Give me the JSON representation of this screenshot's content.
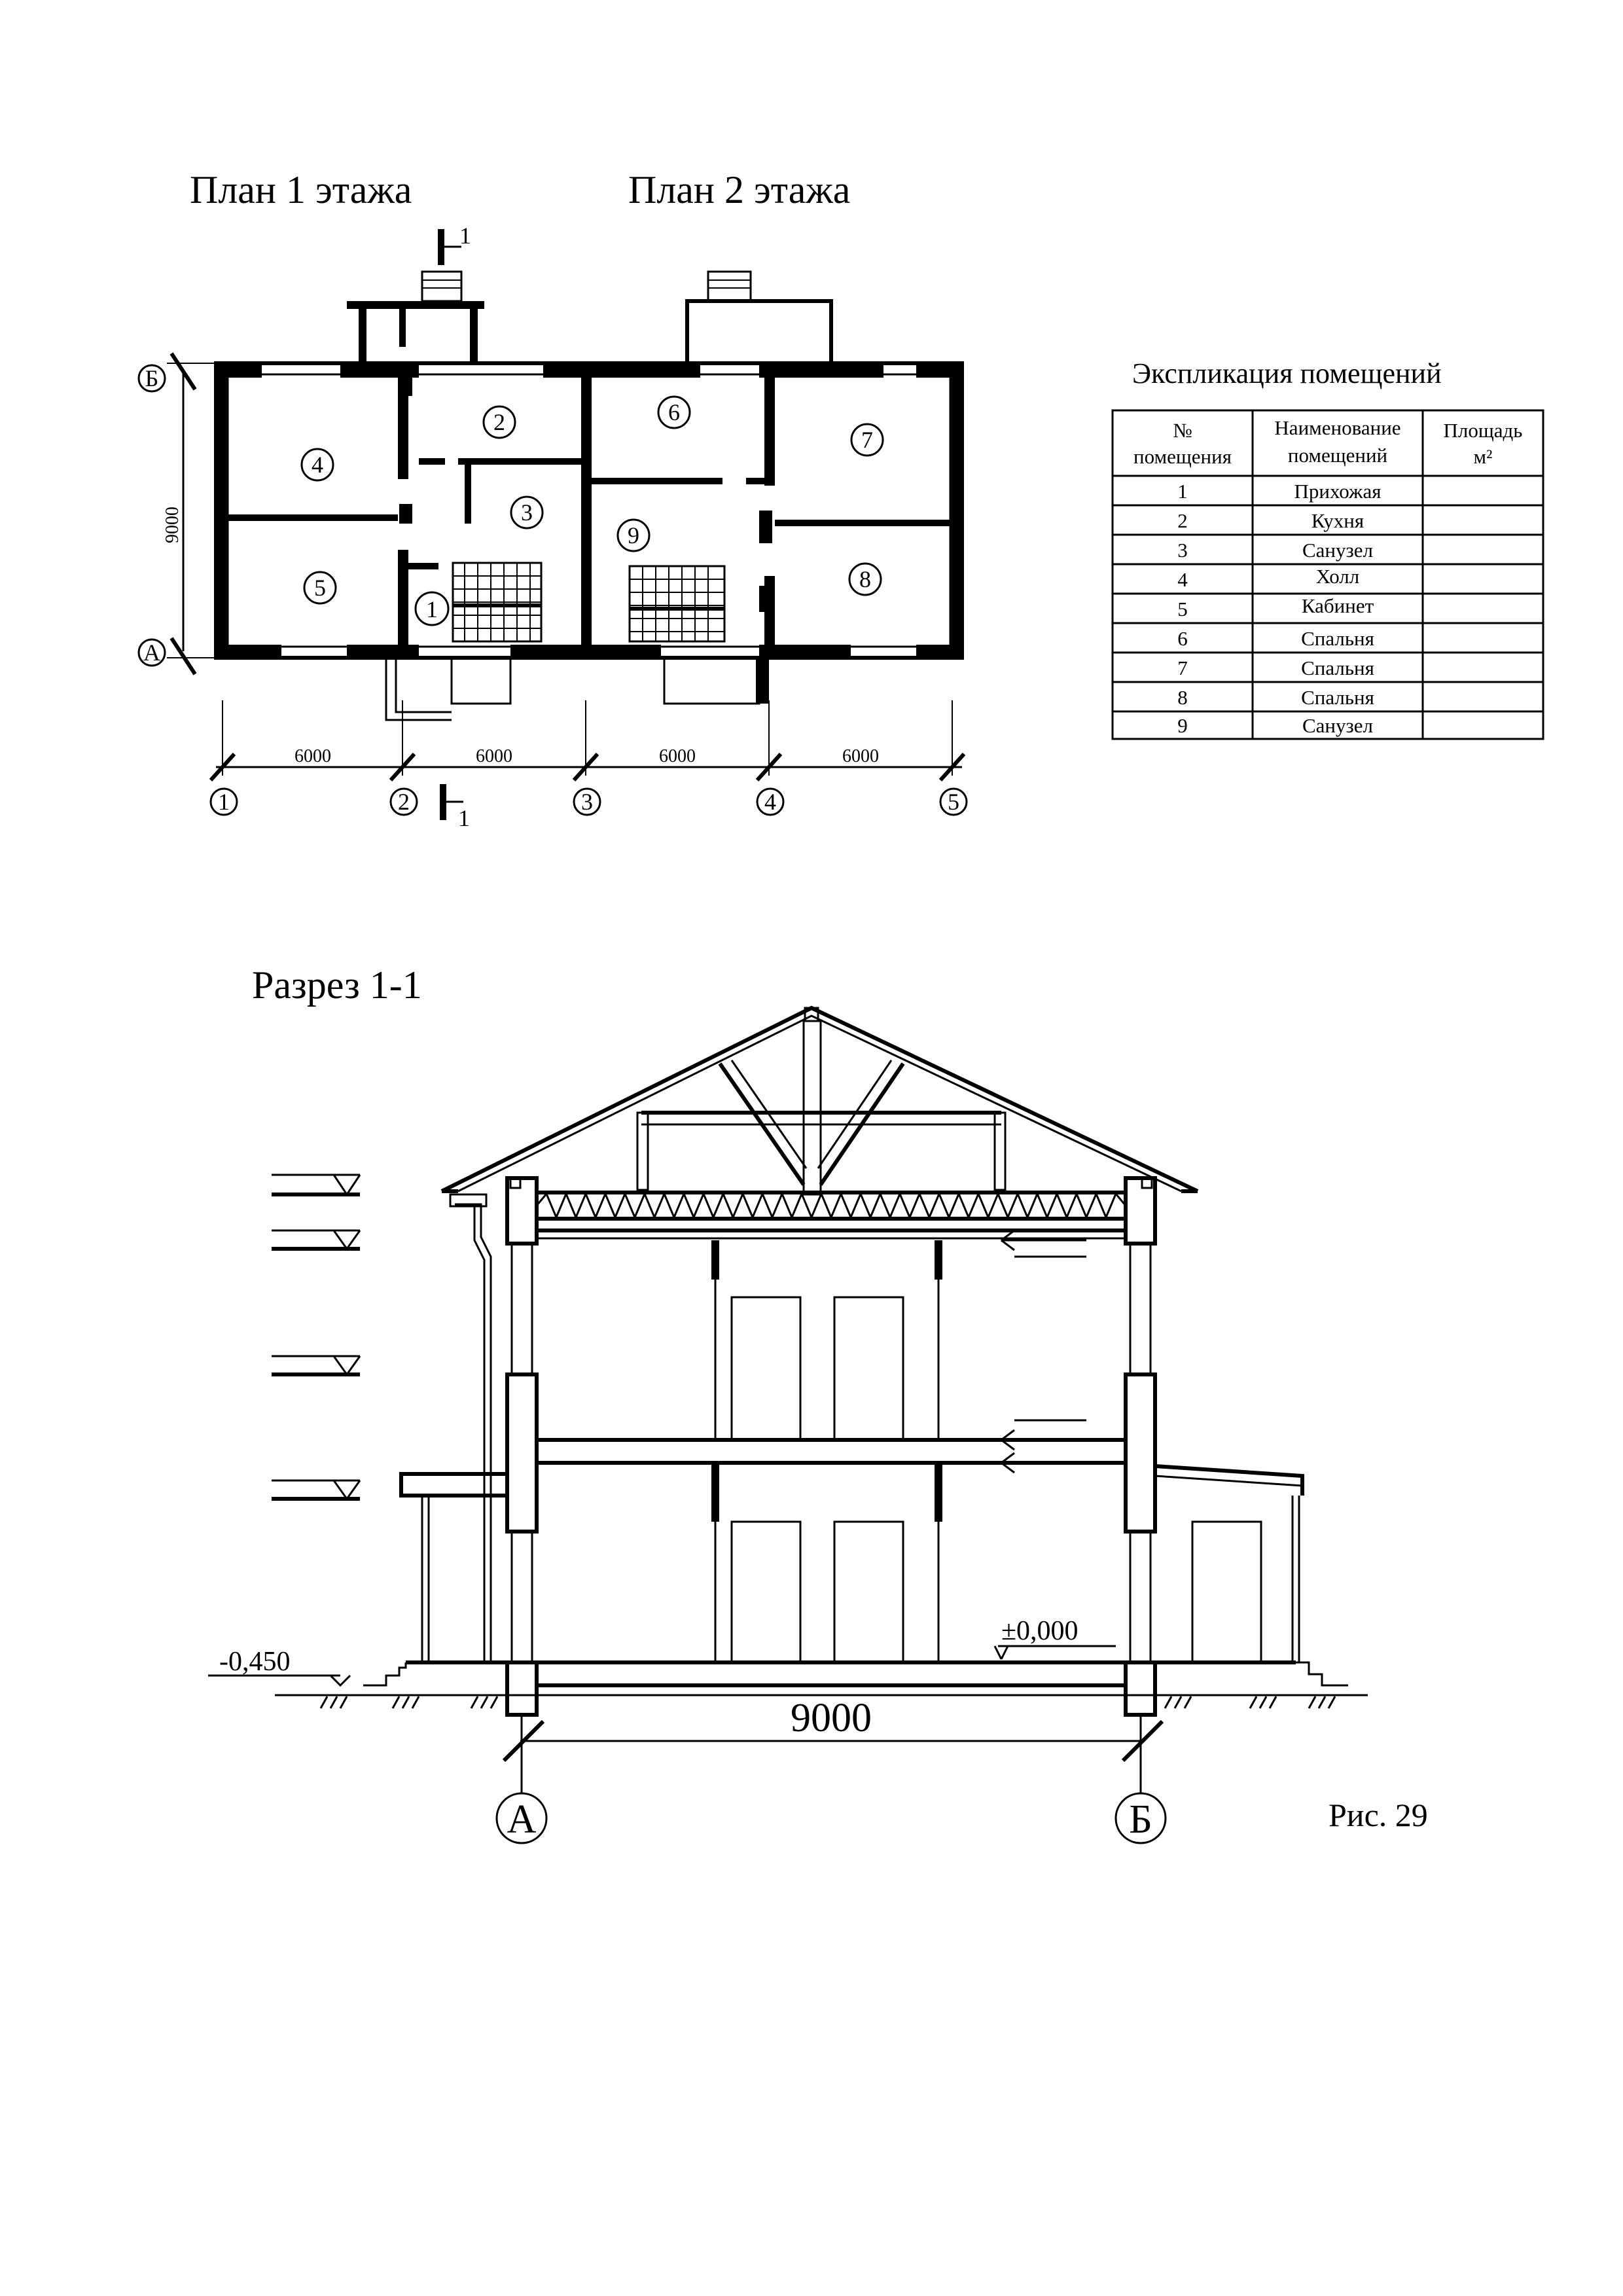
{
  "titles": {
    "plan1": "План 1 этажа",
    "plan2": "План 2 этажа",
    "section": "Разрез 1-1",
    "figure": "Рис. 29"
  },
  "section_mark": {
    "label_top": "1",
    "label_bottom": "1"
  },
  "plan": {
    "axes_letters": [
      "Б",
      "А"
    ],
    "axes_numbers": [
      "1",
      "2",
      "3",
      "4",
      "5"
    ],
    "dim_vertical": "9000",
    "dims_horizontal": [
      "6000",
      "6000",
      "6000",
      "6000"
    ],
    "room_numbers": [
      "1",
      "2",
      "3",
      "4",
      "5",
      "6",
      "7",
      "8",
      "9"
    ]
  },
  "table": {
    "title": "Экспликация помещений",
    "headers": {
      "num_line1": "№",
      "num_line2": "помещения",
      "name_line1": "Наименование",
      "name_line2": "помещений",
      "area_line1": "Площадь",
      "area_line2": "м²"
    },
    "rows": [
      {
        "num": "1",
        "name": "Прихожая",
        "area": ""
      },
      {
        "num": "2",
        "name": "Кухня",
        "area": ""
      },
      {
        "num": "3",
        "name": "Санузел",
        "area": ""
      },
      {
        "num": "4",
        "name": "Холл",
        "area": ""
      },
      {
        "num": "5",
        "name": "Кабинет",
        "area": ""
      },
      {
        "num": "6",
        "name": "Спальня",
        "area": ""
      },
      {
        "num": "7",
        "name": "Спальня",
        "area": ""
      },
      {
        "num": "8",
        "name": "Спальня",
        "area": ""
      },
      {
        "num": "9",
        "name": "Санузел",
        "area": ""
      }
    ]
  },
  "section": {
    "level_ground": "-0,450",
    "level_floor": "±0,000",
    "span": "9000",
    "axis_left": "А",
    "axis_right": "Б"
  }
}
